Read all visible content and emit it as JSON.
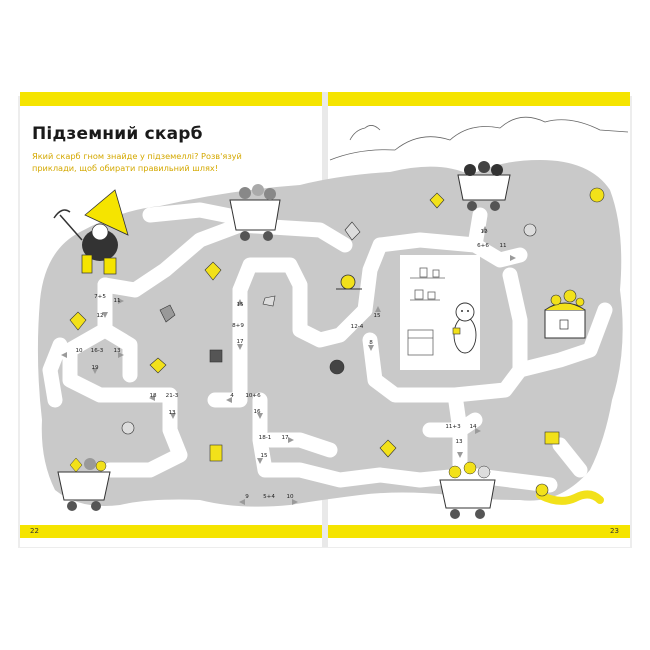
{
  "page": {
    "title": "Підземний скарб",
    "subtitle_lines": [
      "Який скарб гном знайде у підземеллі? Розв'язуй",
      "приклади, щоб обирати правильний шлях!"
    ],
    "left_page_number": "22",
    "right_page_number": "23"
  },
  "colors": {
    "accent_yellow": "#f5e400",
    "gem_yellow": "#f2e11a",
    "maze_gray": "#c9c9c9",
    "path_white": "#ffffff"
  },
  "maze_labels": [
    {
      "id": "l1",
      "text": "7+5"
    },
    {
      "id": "l2",
      "text": "11"
    },
    {
      "id": "l3",
      "text": "12"
    },
    {
      "id": "l4",
      "text": "10"
    },
    {
      "id": "l5",
      "text": "16-3"
    },
    {
      "id": "l6",
      "text": "13"
    },
    {
      "id": "l7",
      "text": "19"
    },
    {
      "id": "l8",
      "text": "18"
    },
    {
      "id": "l9",
      "text": "21-3"
    },
    {
      "id": "l10",
      "text": "13"
    },
    {
      "id": "l11",
      "text": "15"
    },
    {
      "id": "l12",
      "text": "8+9"
    },
    {
      "id": "l13",
      "text": "17"
    },
    {
      "id": "l14",
      "text": "4"
    },
    {
      "id": "l15",
      "text": "10+6"
    },
    {
      "id": "l16",
      "text": "16"
    },
    {
      "id": "l17",
      "text": "18-1"
    },
    {
      "id": "l18",
      "text": "17"
    },
    {
      "id": "l19",
      "text": "15"
    },
    {
      "id": "l20",
      "text": "9"
    },
    {
      "id": "l21",
      "text": "5+4"
    },
    {
      "id": "l22",
      "text": "10"
    },
    {
      "id": "l23",
      "text": "15"
    },
    {
      "id": "l24",
      "text": "12-4"
    },
    {
      "id": "l25",
      "text": "8"
    },
    {
      "id": "l26",
      "text": "12"
    },
    {
      "id": "l27",
      "text": "6+6"
    },
    {
      "id": "l28",
      "text": "11"
    },
    {
      "id": "l29",
      "text": "11+3"
    },
    {
      "id": "l30",
      "text": "14"
    },
    {
      "id": "l31",
      "text": "13"
    }
  ],
  "icons": [
    "gnome-with-pickaxe-icon",
    "mine-cart-with-rocks-icon",
    "mine-cart-with-coal-icon",
    "mine-cart-with-gems-icon",
    "mine-cart-with-gold-icon",
    "treasure-chest-icon",
    "snail-icon",
    "cat-with-cup-icon",
    "worm-icon",
    "gem-icon",
    "crystal-icon"
  ]
}
